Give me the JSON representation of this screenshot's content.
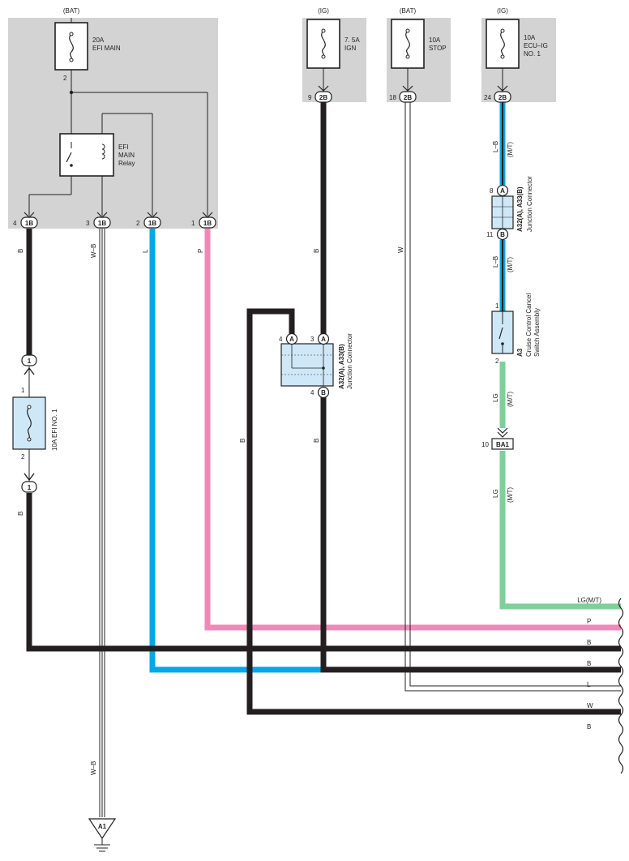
{
  "power_sources": {
    "efi_main": {
      "supply": "(BAT)",
      "rating": "20A",
      "name": "EFI MAIN",
      "pin": "2"
    },
    "ign": {
      "supply": "(IG)",
      "rating": "7. 5A",
      "name": "IGN",
      "pin": "9",
      "connector": "2B"
    },
    "stop": {
      "supply": "(BAT)",
      "rating": "10A",
      "name": "STOP",
      "pin": "18",
      "connector": "2B"
    },
    "ecu_ig": {
      "supply": "(IG)",
      "rating": "10A",
      "name_line1": "ECU–IG",
      "name_line2": "NO. 1",
      "pin": "24",
      "connector": "2B"
    }
  },
  "relay": {
    "line1": "EFI",
    "line2": "MAIN",
    "line3": "Relay"
  },
  "box_pins": [
    {
      "pin": "4",
      "connector": "1B",
      "wire": "B"
    },
    {
      "pin": "3",
      "connector": "1B",
      "wire": "W–B"
    },
    {
      "pin": "2",
      "connector": "1B",
      "wire": "L"
    },
    {
      "pin": "1",
      "connector": "1B",
      "wire": "P"
    }
  ],
  "efi_no1": {
    "label": "10A EFI NO. 1",
    "conn_top": "1",
    "pin_top": "1",
    "pin_bottom": "2",
    "conn_bottom": "1",
    "wire_bottom": "B"
  },
  "ground": {
    "label": "A1",
    "wire": "W–B"
  },
  "ign_wire": "B",
  "stop_wire": "W",
  "junction_mid": {
    "title": "A32(A), A33(B)",
    "subtitle": "Junction Connector",
    "pin_a_left": "4",
    "conn_a_left": "A",
    "pin_a_right": "3",
    "conn_a_right": "A",
    "pin_b": "4",
    "conn_b": "B",
    "wire_left": "B",
    "wire_below": "B"
  },
  "junction_right": {
    "title": "A32(A), A33(B)",
    "subtitle": "Junction Connector",
    "pin_top": "8",
    "conn_top": "A",
    "pin_bottom": "11",
    "conn_bottom": "B",
    "wire_above": "L–B",
    "wire_above_note": "(M/T)",
    "wire_below": "L–B",
    "wire_below_note": "(M/T)"
  },
  "cancel_switch": {
    "code": "A3",
    "name_line1": "Cruise Control Cancel",
    "name_line2": "Switch Assembly",
    "pin_top": "1",
    "pin_bottom": "2",
    "wire_below": "LG",
    "wire_below_note": "(M/T)"
  },
  "ba1": {
    "pin": "10",
    "connector": "BA1",
    "wire": "LG",
    "wire_note": "(M/T)"
  },
  "outputs": [
    "LG(M/T)",
    "P",
    "B",
    "B",
    "L",
    "W",
    "B"
  ],
  "colors": {
    "black": "#231f20",
    "pink": "#f088b8",
    "blue": "#00a8e6",
    "green": "#7fcf9a",
    "gray_box": "#d3d3d3",
    "component_fill": "#cfe8f7"
  }
}
